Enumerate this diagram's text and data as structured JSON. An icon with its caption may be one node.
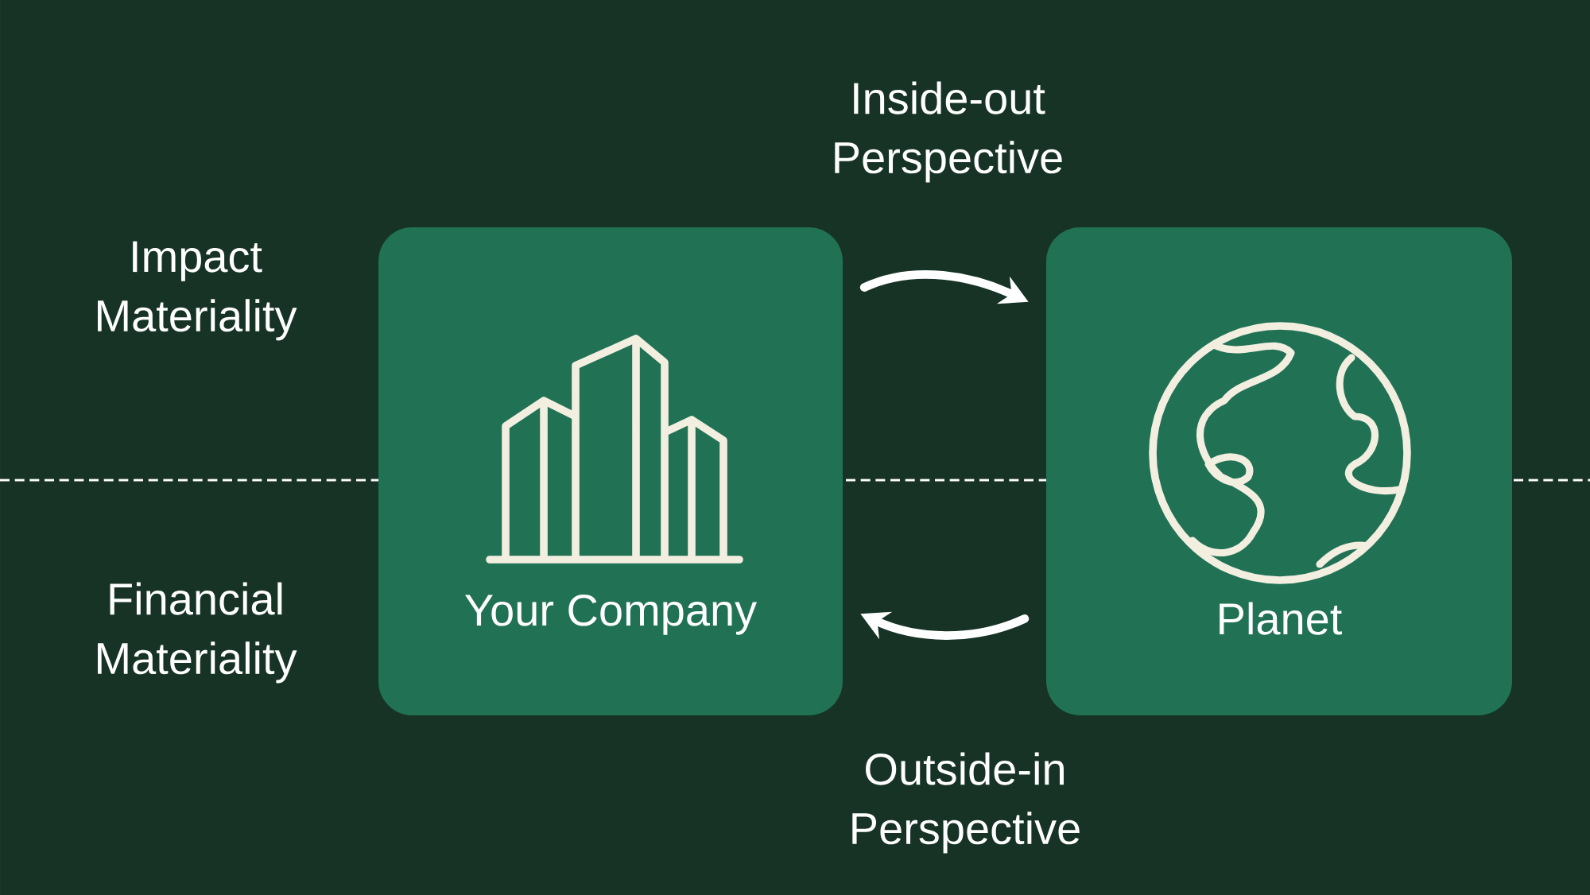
{
  "diagram": {
    "nodes": [
      {
        "text": [
          "Your Company"
        ]
      },
      {
        "text": [
          "Planet"
        ]
      }
    ],
    "edges": [
      {
        "from": 0,
        "to": 1,
        "arrow": "to",
        "label": "Inside-out Perspective"
      },
      {
        "from": 1,
        "to": 0,
        "arrow": "to",
        "label": "Outside-in Perspective"
      }
    ],
    "labels": [
      "Impact Materiality",
      "Financial Materiality"
    ]
  }
}
